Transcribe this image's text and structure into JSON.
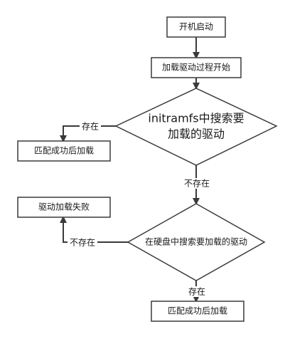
{
  "nodes": {
    "boot": "开机启动",
    "load_start": "加载驱动过程开始",
    "decision_initramfs_line1": "initramfs中搜索要",
    "decision_initramfs_line2": "加载的驱动",
    "match_load_1": "匹配成功后加载",
    "load_fail": "驱动加载失败",
    "decision_disk": "在硬盘中搜索要加载的驱动",
    "match_load_2": "匹配成功后加载"
  },
  "edges": {
    "exists_1": "存在",
    "not_exists_1": "不存在",
    "not_exists_2": "不存在",
    "exists_2": "存在"
  },
  "colors": {
    "stroke": "#3a3a3a",
    "fill": "#ffffff",
    "text": "#1a1a1a"
  }
}
